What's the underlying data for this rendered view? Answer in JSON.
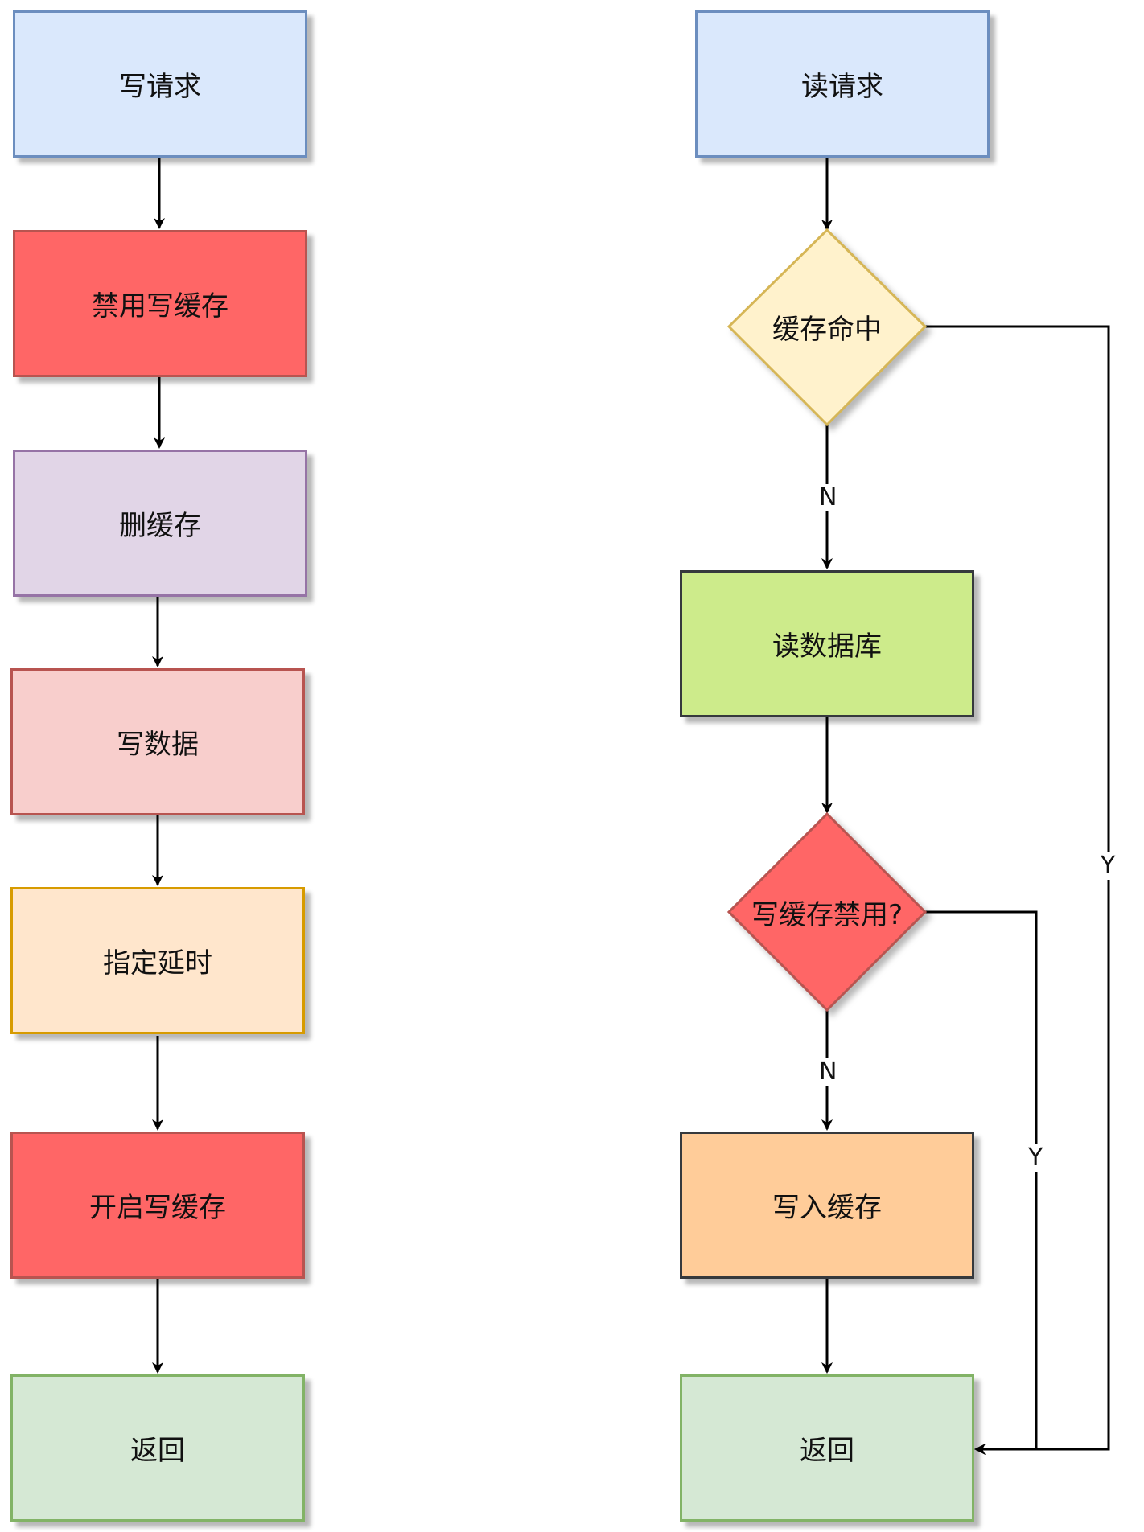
{
  "write_flow": {
    "write_request": "写请求",
    "disable_write_cache": "禁用写缓存",
    "delete_cache": "删缓存",
    "write_data": "写数据",
    "set_delay": "指定延时",
    "enable_write_cache": "开启写缓存",
    "return": "返回"
  },
  "read_flow": {
    "read_request": "读请求",
    "cache_hit": "缓存命中",
    "read_database": "读数据库",
    "write_cache_disabled": "写缓存禁用?",
    "write_to_cache": "写入缓存",
    "return": "返回"
  },
  "edge_labels": {
    "cache_hit_no": "N",
    "cache_hit_yes": "Y",
    "cache_disabled_no": "N",
    "cache_disabled_yes": "Y"
  },
  "colors": {
    "blue_fill": "#dae8fc",
    "blue_stroke": "#6c8ebf",
    "red_fill": "#ff6666",
    "red_stroke": "#b85450",
    "purple_fill": "#e1d5e7",
    "purple_stroke": "#9673a6",
    "pink_fill": "#f8cecc",
    "pink_stroke": "#b85450",
    "orange_fill": "#ffe6cc",
    "orange_stroke": "#d79b00",
    "green_fill": "#d5e8d4",
    "green_stroke": "#82b366",
    "lime_fill": "#cdeb8b",
    "lime_stroke": "#36393d",
    "yellow_fill": "#fff2cc",
    "yellow_stroke": "#d6b656",
    "peach_fill": "#ffcc99",
    "peach_stroke": "#36393d"
  }
}
